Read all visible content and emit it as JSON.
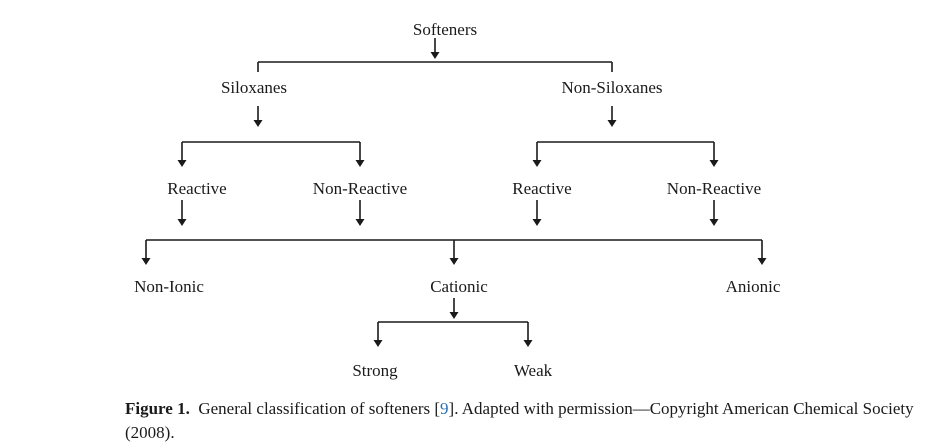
{
  "diagram": {
    "root": "Softeners",
    "siloxanes": "Siloxanes",
    "non_siloxanes": "Non-Siloxanes",
    "reactive_left": "Reactive",
    "non_reactive_left": "Non-Reactive",
    "reactive_right": "Reactive",
    "non_reactive_right": "Non-Reactive",
    "non_ionic": "Non-Ionic",
    "cationic": "Cationic",
    "anionic": "Anionic",
    "strong": "Strong",
    "weak": "Weak"
  },
  "caption": {
    "label": "Figure 1.",
    "text_before_ref": "General classification of softeners [",
    "ref": "9",
    "text_after_ref": "]. Adapted with permission—Copyright American Chemical Society (2008)."
  }
}
